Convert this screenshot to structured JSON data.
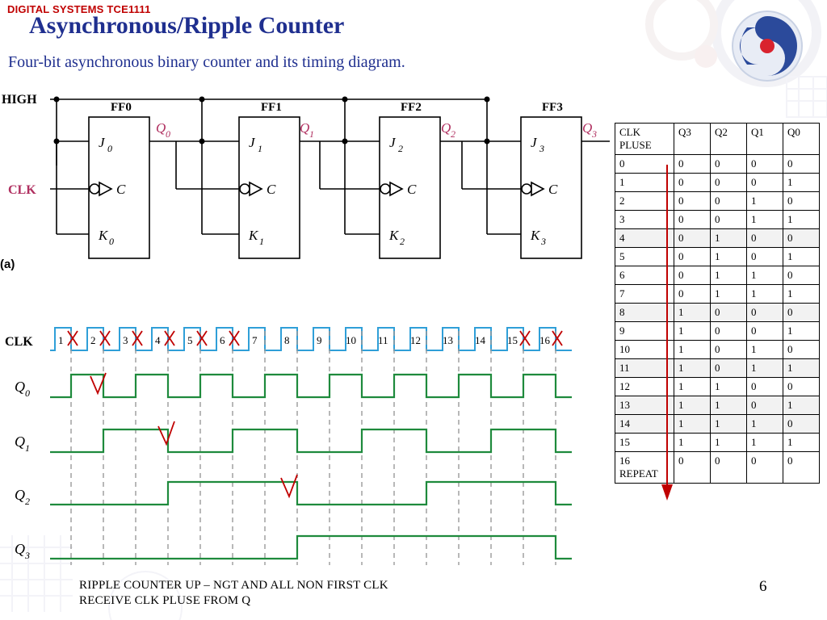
{
  "header": {
    "course_tag": "DIGITAL SYSTEMS TCE1111",
    "title": "Asynchronous/Ripple Counter",
    "subtitle": "Four-bit asynchronous binary counter and its timing diagram.",
    "logo_name": "university-logo"
  },
  "circuit": {
    "caption": "(a)",
    "high_label": "HIGH",
    "clk_label": "CLK",
    "flipflops": [
      {
        "name": "FF0",
        "j": "J",
        "jsub": "0",
        "k": "K",
        "ksub": "0",
        "c": "C",
        "q": "Q",
        "qsub": "0"
      },
      {
        "name": "FF1",
        "j": "J",
        "jsub": "1",
        "k": "K",
        "ksub": "1",
        "c": "C",
        "q": "Q",
        "qsub": "1"
      },
      {
        "name": "FF2",
        "j": "J",
        "jsub": "2",
        "k": "K",
        "ksub": "2",
        "c": "C",
        "q": "Q",
        "qsub": "2"
      },
      {
        "name": "FF3",
        "j": "J",
        "jsub": "3",
        "k": "K",
        "ksub": "3",
        "c": "C",
        "q": "Q",
        "qsub": "3"
      }
    ]
  },
  "timing": {
    "clk_label": "CLK",
    "pulse_numbers": [
      "1",
      "2",
      "3",
      "4",
      "5",
      "6",
      "7",
      "8",
      "9",
      "10",
      "11",
      "12",
      "13",
      "14",
      "15",
      "16"
    ],
    "waveform_labels": [
      {
        "text": "Q",
        "sub": "0"
      },
      {
        "text": "Q",
        "sub": "1"
      },
      {
        "text": "Q",
        "sub": "2"
      },
      {
        "text": "Q",
        "sub": "3"
      }
    ]
  },
  "table": {
    "headers": [
      "CLK PLUSE",
      "Q3",
      "Q2",
      "Q1",
      "Q0"
    ],
    "header_line1": "CLK",
    "header_line2": "PLUSE",
    "rows": [
      {
        "label": "0",
        "bits": [
          "0",
          "0",
          "0",
          "0"
        ]
      },
      {
        "label": "1",
        "bits": [
          "0",
          "0",
          "0",
          "1"
        ]
      },
      {
        "label": "2",
        "bits": [
          "0",
          "0",
          "1",
          "0"
        ]
      },
      {
        "label": "3",
        "bits": [
          "0",
          "0",
          "1",
          "1"
        ]
      },
      {
        "label": "4",
        "bits": [
          "0",
          "1",
          "0",
          "0"
        ]
      },
      {
        "label": "5",
        "bits": [
          "0",
          "1",
          "0",
          "1"
        ]
      },
      {
        "label": "6",
        "bits": [
          "0",
          "1",
          "1",
          "0"
        ]
      },
      {
        "label": "7",
        "bits": [
          "0",
          "1",
          "1",
          "1"
        ]
      },
      {
        "label": "8",
        "bits": [
          "1",
          "0",
          "0",
          "0"
        ]
      },
      {
        "label": "9",
        "bits": [
          "1",
          "0",
          "0",
          "1"
        ]
      },
      {
        "label": "10",
        "bits": [
          "1",
          "0",
          "1",
          "0"
        ]
      },
      {
        "label": "11",
        "bits": [
          "1",
          "0",
          "1",
          "1"
        ]
      },
      {
        "label": "12",
        "bits": [
          "1",
          "1",
          "0",
          "0"
        ]
      },
      {
        "label": "13",
        "bits": [
          "1",
          "1",
          "0",
          "1"
        ]
      },
      {
        "label": "14",
        "bits": [
          "1",
          "1",
          "1",
          "0"
        ]
      },
      {
        "label": "15",
        "bits": [
          "1",
          "1",
          "1",
          "1"
        ]
      },
      {
        "label": "16 REPEAT",
        "label_line1": "16",
        "label_line2": "REPEAT",
        "bits": [
          "0",
          "0",
          "0",
          "0"
        ]
      }
    ]
  },
  "footer": {
    "note_line1": "RIPPLE COUNTER UP – NGT AND ALL NON FIRST CLK",
    "note_line2": "RECEIVE CLK PLUSE  FROM Q",
    "page_number": "6"
  },
  "colors": {
    "title_blue": "#1f2f8f",
    "tag_red": "#c00000",
    "q_label_magenta": "#b03060",
    "clock_blue": "#2f9fd8",
    "wave_green": "#1e8a3c",
    "annotation_red": "#c00000"
  }
}
